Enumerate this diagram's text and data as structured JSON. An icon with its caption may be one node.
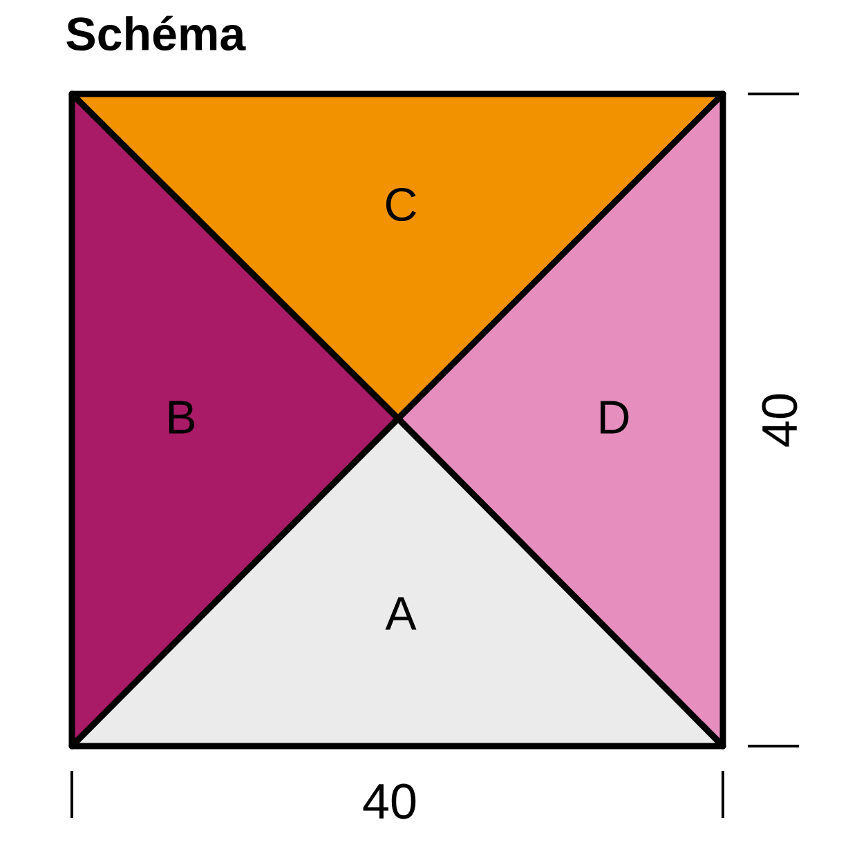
{
  "diagram": {
    "title": "Schéma",
    "nodes": [
      {
        "text": [
          "C"
        ]
      },
      {
        "text": [
          "B"
        ]
      },
      {
        "text": [
          "D"
        ]
      },
      {
        "text": [
          "A"
        ]
      }
    ],
    "labels": [
      "40",
      "40"
    ]
  }
}
